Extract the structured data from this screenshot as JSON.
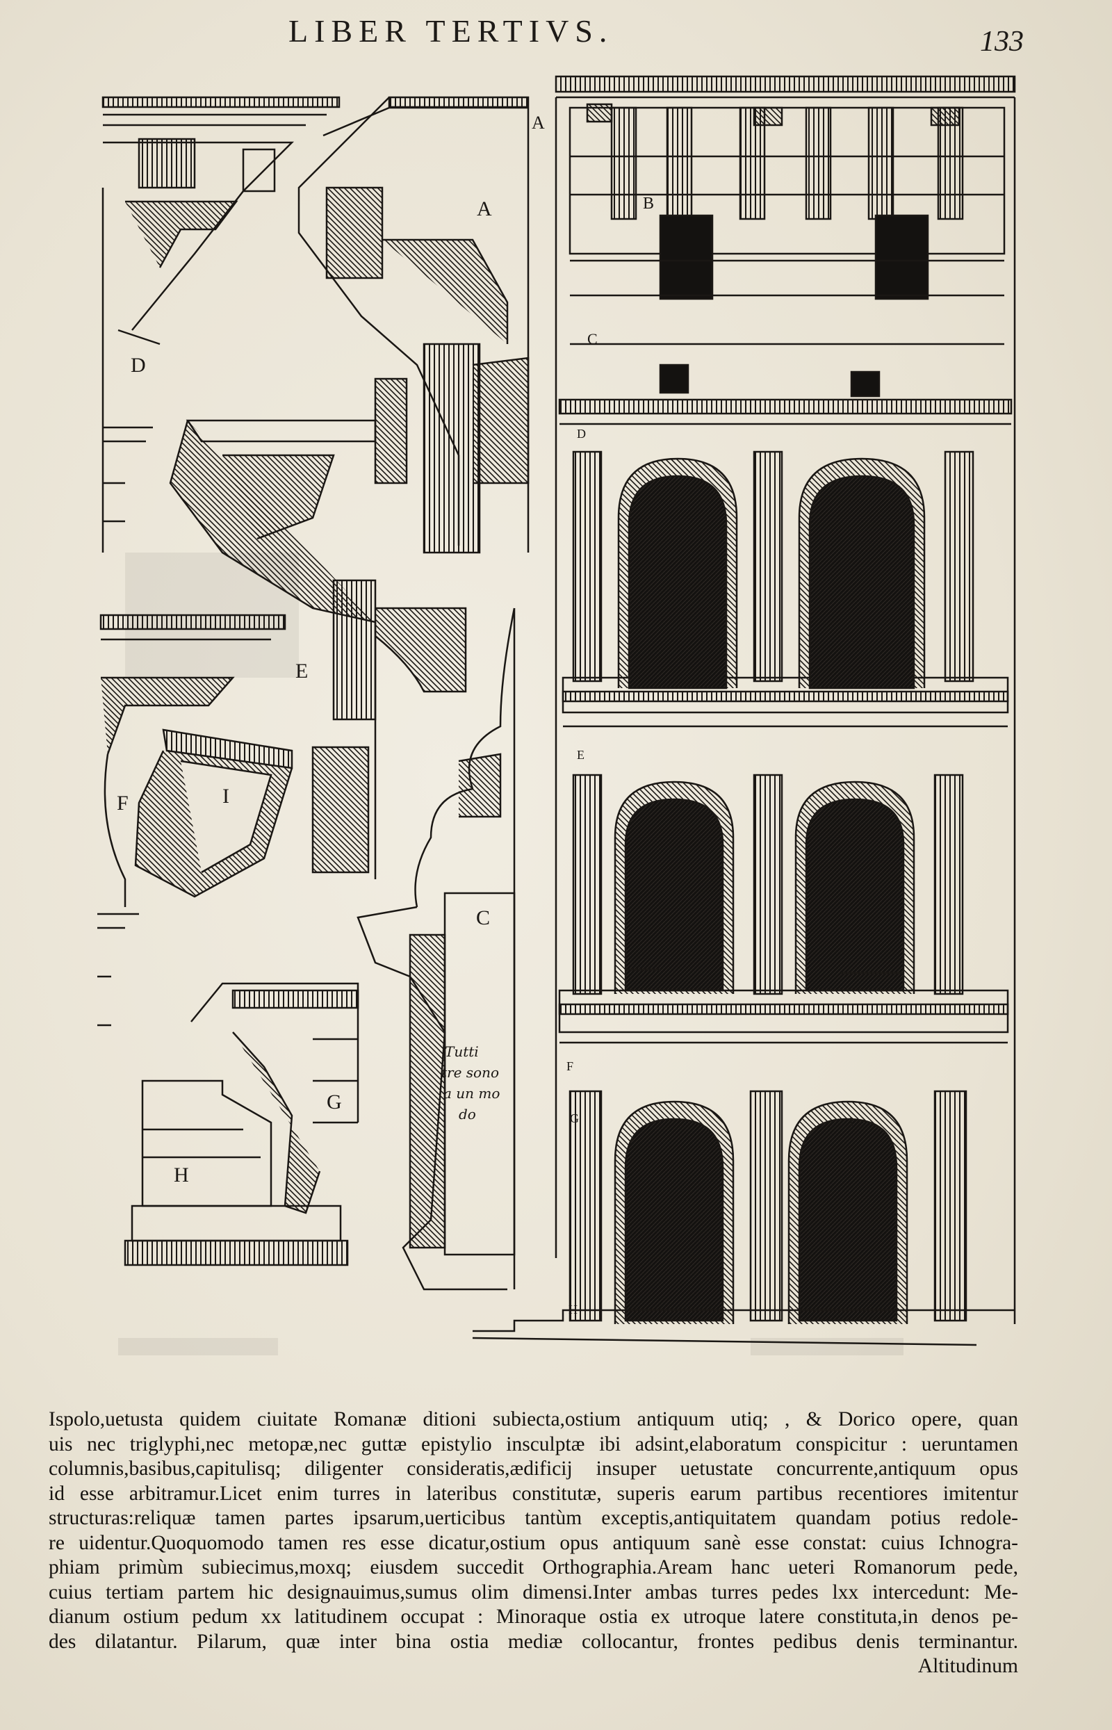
{
  "header": {
    "running_title": "LIBER TERTIVS.",
    "page_number": "133"
  },
  "plate": {
    "letters": {
      "left_a": "A",
      "left_d": "D",
      "left_e": "E",
      "left_f": "F",
      "left_i": "I",
      "left_c": "C",
      "left_g": "G",
      "left_h": "H",
      "right_a": "A",
      "right_b": "B",
      "right_c": "C",
      "right_d": "D",
      "right_e": "E",
      "right_f": "F",
      "right_g": "G",
      "right_h": "H",
      "right_i": "I"
    },
    "handwritten_note": [
      "Tutti",
      "tre sono",
      "a un mo",
      "do"
    ]
  },
  "body_text": {
    "lines": [
      "Ispolo,uetusta quidem ciuitate Romanæ ditioni subiecta,ostium antiquum utiq; , & Dorico opere, quan",
      "uis nec triglyphi,nec metopæ,nec guttæ epistylio insculptæ ibi adsint,elaboratum conspicitur : ueruntamen",
      "columnis,basibus,capitulisq; diligenter consideratis,ædificij insuper uetustate concurrente,antiquum opus",
      "id esse arbitramur.Licet enim turres in lateribus constitutæ, superis earum partibus recentiores imitentur",
      "structuras:reliquæ tamen partes ipsarum,uerticibus tantùm exceptis,antiquitatem quandam potius redole-",
      "re uidentur.Quoquomodo tamen res esse dicatur,ostium opus antiquum sanè esse constat: cuius Ichnogra-",
      "phiam primùm subiecimus,moxq; eiusdem succedit Orthographia.Aream hanc ueteri Romanorum pede,",
      "cuius tertiam partem hic designauimus,sumus olim dimensi.Inter ambas turres pedes lxx intercedunt: Me-",
      "dianum ostium pedum xx latitudinem occupat : Minoraque ostia ex utroque latere constituta,in denos pe-",
      "des dilatantur. Pilarum, quæ inter bina ostia mediæ collocantur, frontes pedibus denis terminantur.",
      "Altitudinum"
    ]
  },
  "colors": {
    "paper": "#ece7da",
    "ink": "#15120f"
  }
}
